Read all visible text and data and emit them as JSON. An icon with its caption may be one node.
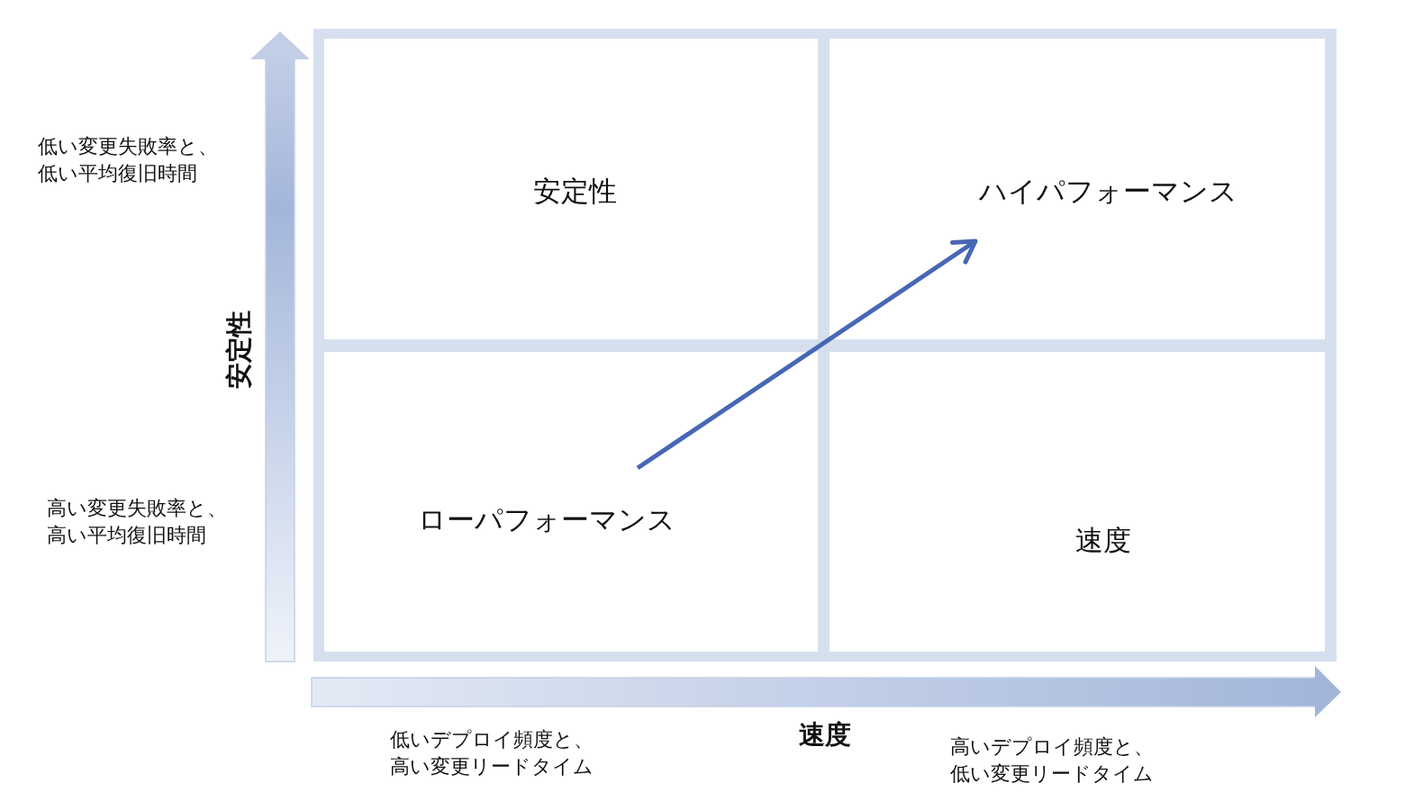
{
  "diagram": {
    "nodes": [
      {
        "text": [
          "安定性"
        ]
      },
      {
        "text": [
          "ハイパフォーマンス"
        ]
      },
      {
        "text": [
          "ローパフォーマンス"
        ]
      },
      {
        "text": [
          "速度"
        ]
      }
    ],
    "edges": [
      {
        "from": 2,
        "to": 1,
        "arrow": "to"
      }
    ],
    "labels": [
      "低い変更失敗率と、低い平均復旧時間",
      "安定性",
      "高い変更失敗率と、高い平均復旧時間",
      "低いデプロイ頻度と、高い変更リードタイム",
      "速度",
      "高いデプロイ頻度と、低い変更リードタイム"
    ]
  }
}
